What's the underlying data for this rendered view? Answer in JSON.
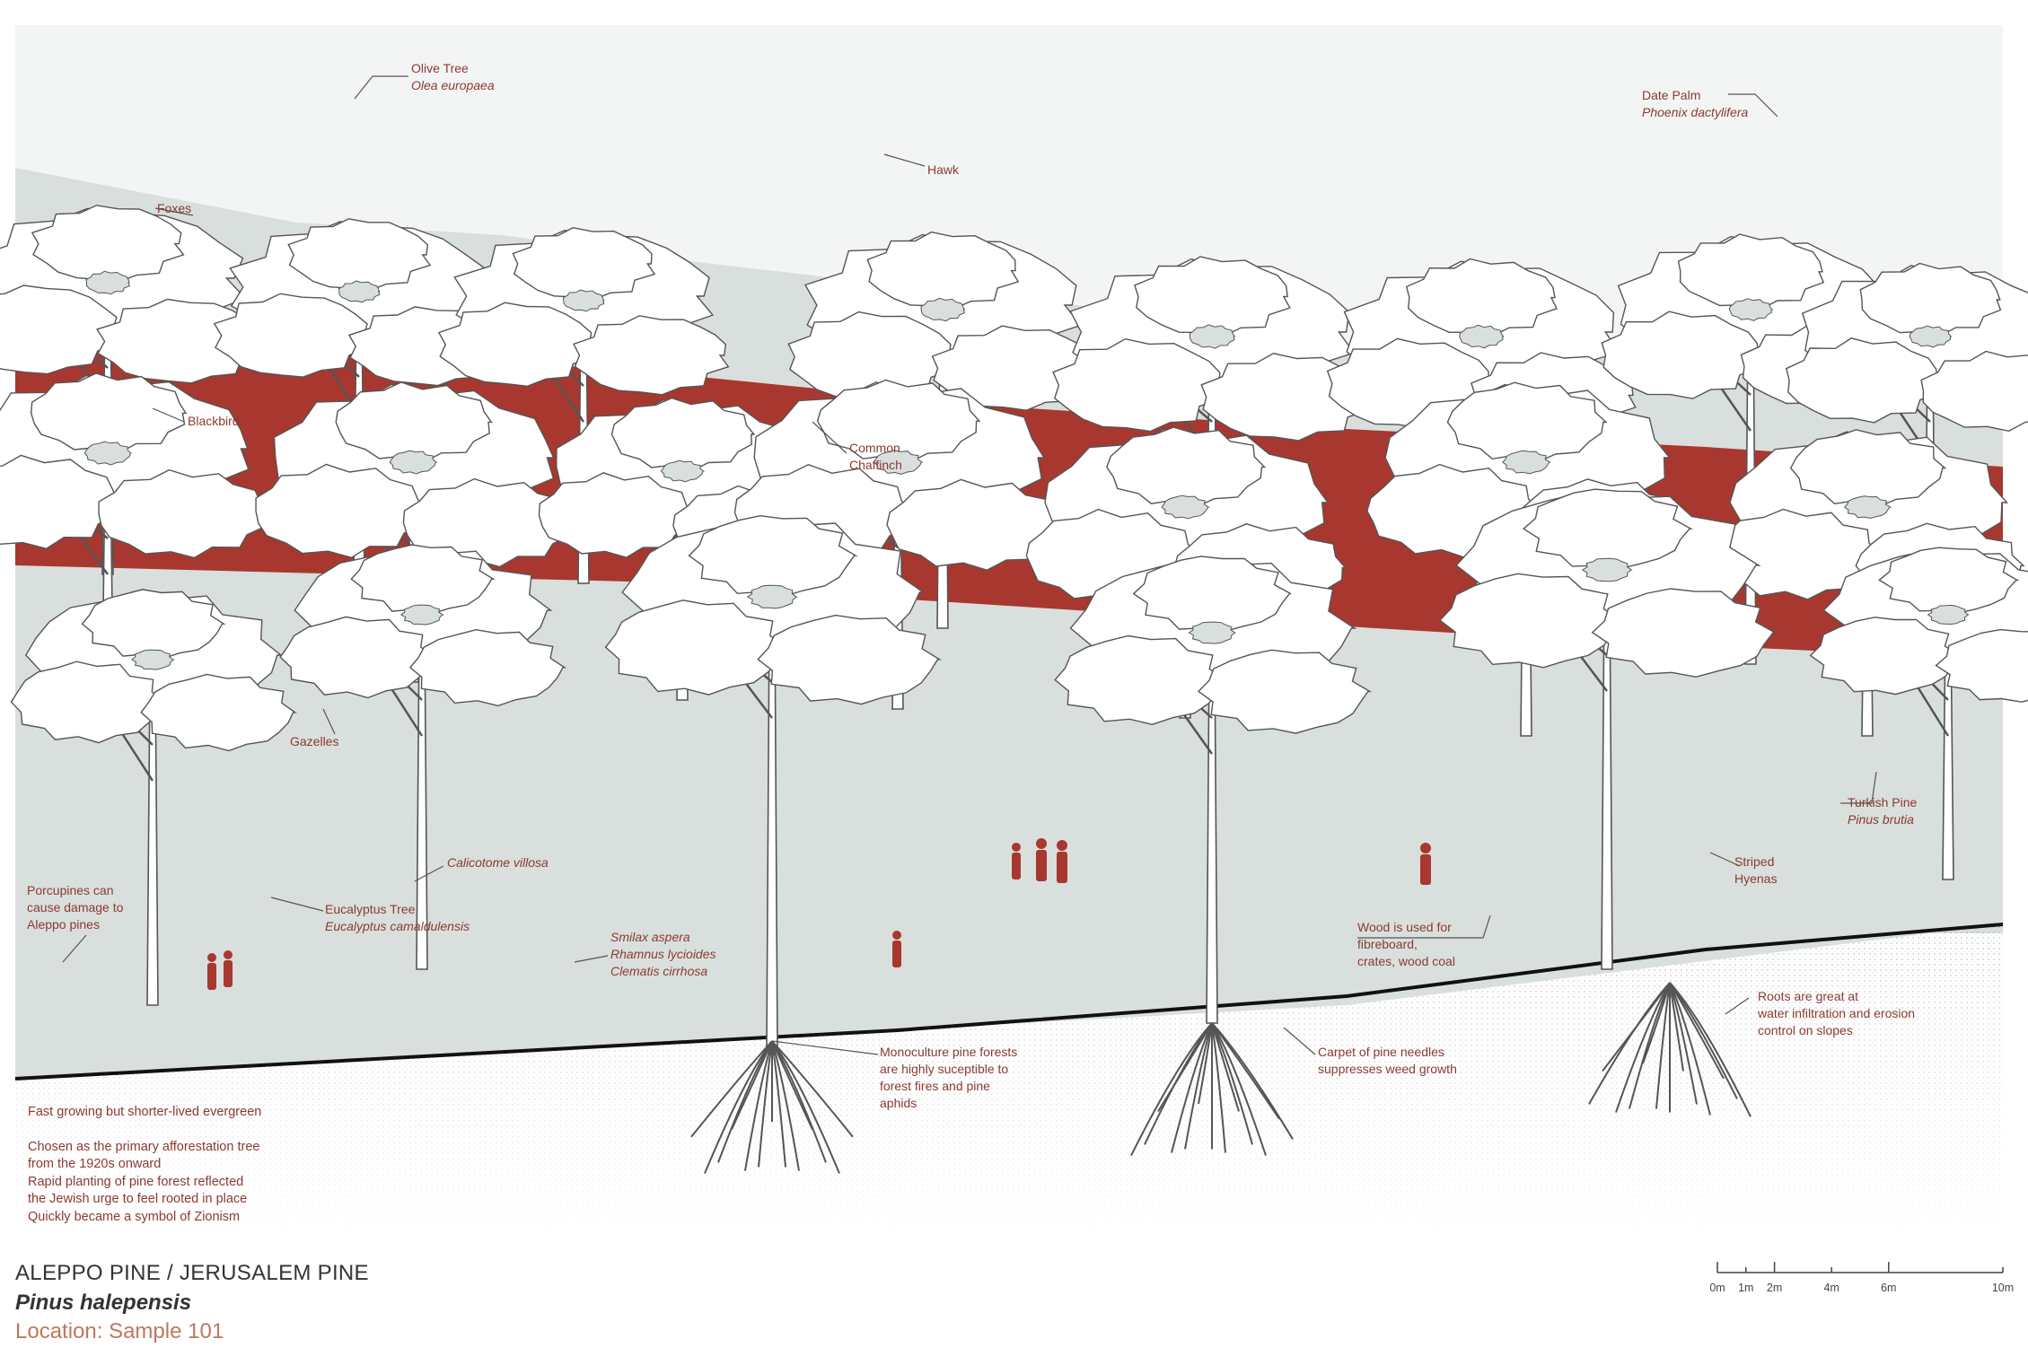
{
  "colors": {
    "background": "#ffffff",
    "sky": "#f3f4f4",
    "ground": "#d9dfdc",
    "fire_red": "#a8382f",
    "label_red": "#8b3a32",
    "outline": "#555555",
    "title_dark": "#333333",
    "location_orange": "#c0775c"
  },
  "title": {
    "common_name": "ALEPPO PINE / JERUSALEM PINE",
    "latin_name": "Pinus halepensis",
    "location": "Location: Sample 101"
  },
  "notes": [
    "Fast growing but shorter-lived evergreen",
    "",
    "Chosen as the primary afforestation tree",
    "from the 1920s onward",
    "Rapid planting of pine forest reflected",
    "the Jewish urge to feel rooted in place",
    "Quickly became a symbol of Zionism"
  ],
  "labels": {
    "olive_tree": {
      "name": "Olive Tree",
      "latin": "Olea europaea"
    },
    "date_palm": {
      "name": "Date Palm",
      "latin": "Phoenix dactylifera"
    },
    "hawk": "Hawk",
    "foxes": "Foxes",
    "blackbird": "Blackbird",
    "common_chaffinch": [
      "Common",
      "Chaffinch"
    ],
    "gazelles": "Gazelles",
    "turkish_pine": {
      "name": "Turkish Pine",
      "latin": "Pinus brutia"
    },
    "striped_hyenas": [
      "Striped",
      "Hyenas"
    ],
    "porcupines": [
      "Porcupines can",
      "cause damage to",
      "Aleppo pines"
    ],
    "calicotome": "Calicotome villosa",
    "eucalyptus": {
      "name": "Eucalyptus Tree",
      "latin": "Eucalyptus camaldulensis"
    },
    "shrubs": [
      "Smilax aspera",
      "Rhamnus lycioides",
      "Clematis cirrhosa"
    ],
    "wood_use": [
      "Wood is used for",
      "fibreboard,",
      "crates, wood coal"
    ],
    "roots": [
      "Roots are great at",
      "water infiltration and erosion",
      "control on slopes"
    ],
    "monoculture": [
      "Monoculture pine forests",
      "are highly suceptible to",
      "forest fires and pine",
      "aphids"
    ],
    "needles": [
      "Carpet of pine needles",
      "suppresses weed growth"
    ]
  },
  "scale_bar": {
    "unit_labels": [
      "0m",
      "1m",
      "2m",
      "4m",
      "6m",
      "10m"
    ],
    "values": [
      0,
      1,
      2,
      4,
      6,
      10
    ]
  }
}
